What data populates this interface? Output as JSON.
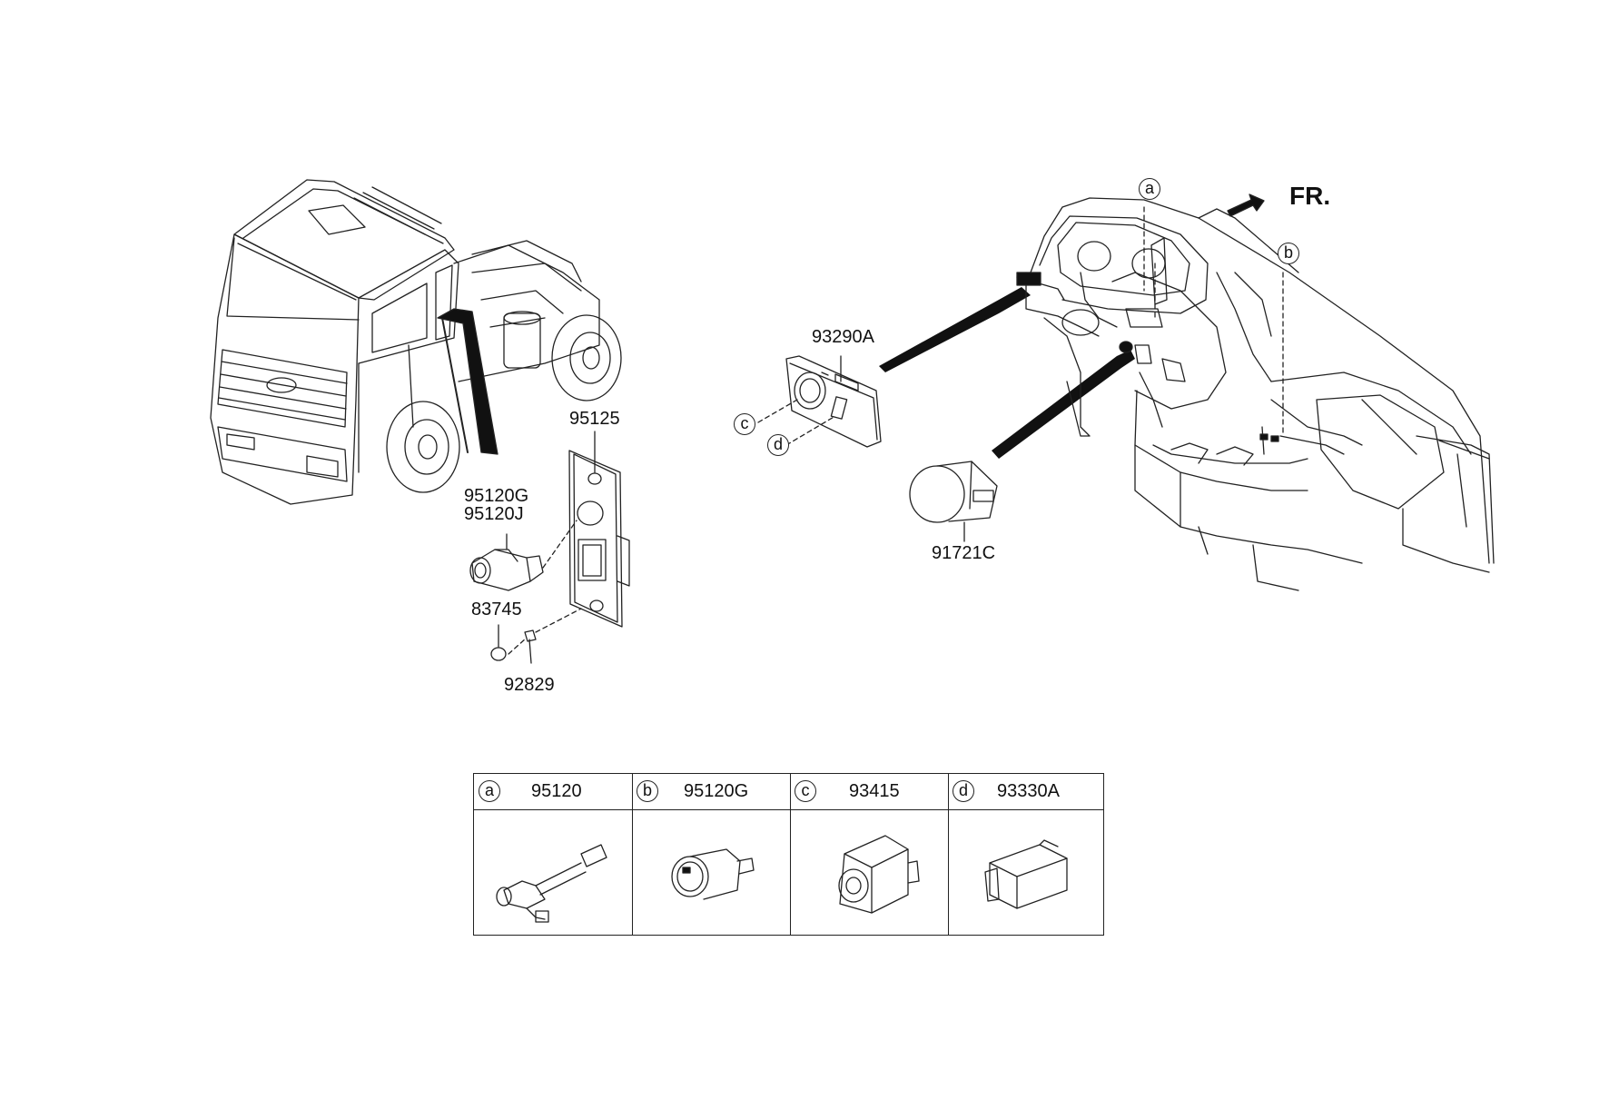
{
  "front_label": "FR.",
  "callouts": [
    {
      "id": "c_93290A",
      "text": "93290A"
    },
    {
      "id": "c_95125",
      "text": "95125"
    },
    {
      "id": "c_95120G",
      "text": "95120G"
    },
    {
      "id": "c_95120J",
      "text": "95120J"
    },
    {
      "id": "c_83745",
      "text": "83745"
    },
    {
      "id": "c_92829",
      "text": "92829"
    },
    {
      "id": "c_91721C",
      "text": "91721C"
    }
  ],
  "markers": [
    "a",
    "b",
    "c",
    "d"
  ],
  "legend": [
    {
      "letter": "a",
      "part": "95120"
    },
    {
      "letter": "b",
      "part": "95120G"
    },
    {
      "letter": "c",
      "part": "93415"
    },
    {
      "letter": "d",
      "part": "93330A"
    }
  ]
}
